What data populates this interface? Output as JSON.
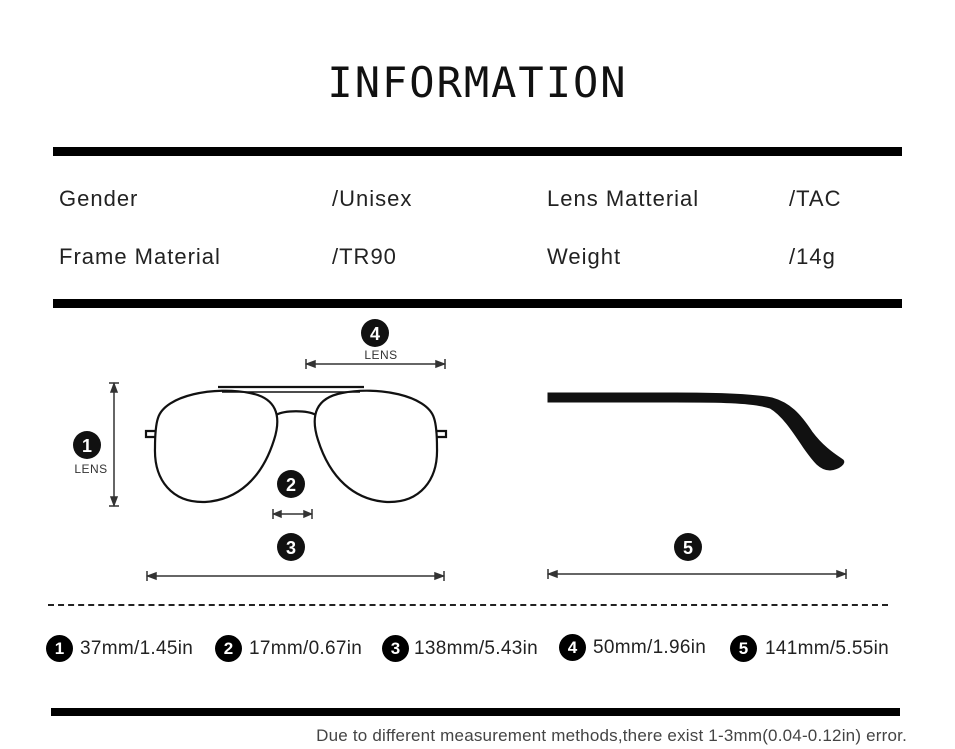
{
  "title": "INFORMATION",
  "specs": {
    "gender_label": "Gender",
    "gender_value": "/Unisex",
    "lens_material_label": "Lens Matterial",
    "lens_material_value": "/TAC",
    "frame_material_label": "Frame Material",
    "frame_material_value": "/TR90",
    "weight_label": "Weight",
    "weight_value": "/14g"
  },
  "diagram": {
    "lens_label_1": "LENS",
    "lens_label_4": "LENS",
    "markers": [
      "1",
      "2",
      "3",
      "4",
      "5"
    ]
  },
  "measurements": [
    {
      "num": "1",
      "value": "37mm/1.45in"
    },
    {
      "num": "2",
      "value": "17mm/0.67in"
    },
    {
      "num": "3",
      "value": "138mm/5.43in"
    },
    {
      "num": "4",
      "value": "50mm/1.96in"
    },
    {
      "num": "5",
      "value": "141mm/5.55in"
    }
  ],
  "note": "Due to different measurement methods,there exist 1-3mm(0.04-0.12in) error."
}
